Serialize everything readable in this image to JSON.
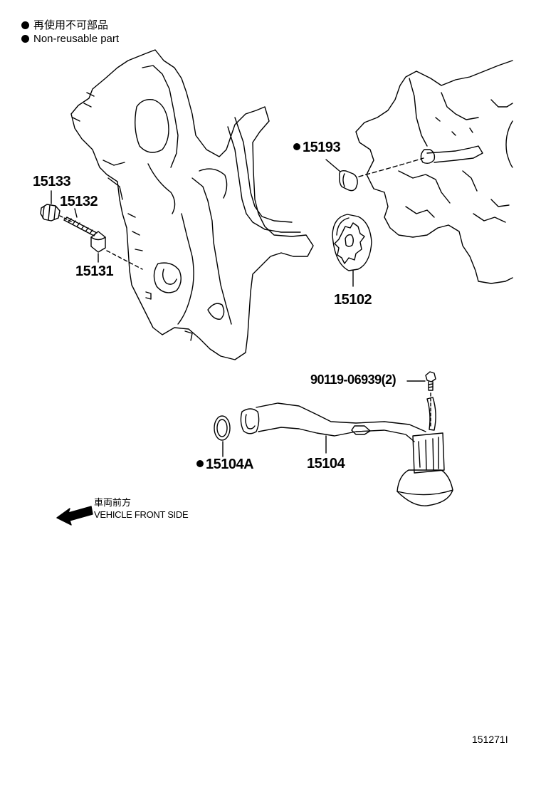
{
  "legend": {
    "jp": "再使用不可部品",
    "en": "Non-reusable part"
  },
  "parts": {
    "p15133": "15133",
    "p15132": "15132",
    "p15131": "15131",
    "p15193": "15193",
    "p15102": "15102",
    "p90119": "90119-06939(2)",
    "p15104A": "15104A",
    "p15104": "15104"
  },
  "front": {
    "jp": "車両前方",
    "en": "VEHICLE FRONT SIDE"
  },
  "illustration_code": "151271I"
}
